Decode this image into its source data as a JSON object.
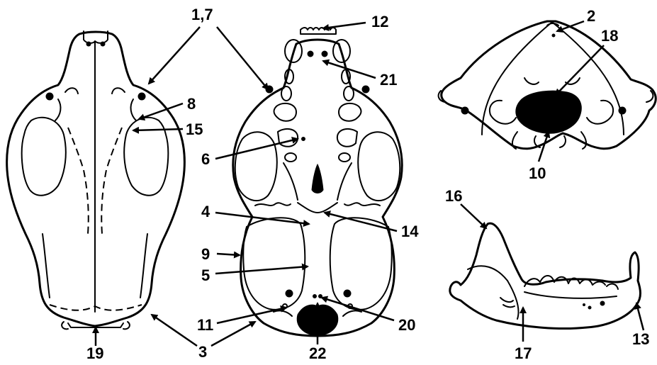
{
  "labels": {
    "l1_7": "1,7",
    "l2": "2",
    "l3": "3",
    "l4": "4",
    "l5": "5",
    "l6": "6",
    "l8": "8",
    "l9": "9",
    "l10": "10",
    "l11": "11",
    "l12": "12",
    "l13": "13",
    "l14": "14",
    "l15": "15",
    "l16": "16",
    "l17": "17",
    "l18": "18",
    "l19": "19",
    "l20": "20",
    "l21": "21",
    "l22": "22"
  }
}
